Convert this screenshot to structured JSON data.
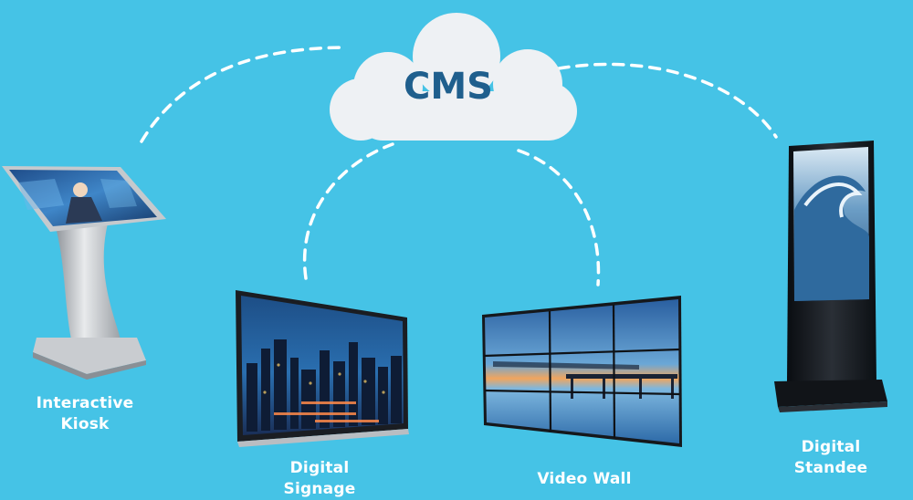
{
  "hub": {
    "label": "CMS"
  },
  "devices": [
    {
      "line1": "Interactive",
      "line2": "Kiosk"
    },
    {
      "line1": "Digital",
      "line2": "Signage"
    },
    {
      "line1": "Video Wall",
      "line2": ""
    },
    {
      "line1": "Digital",
      "line2": "Standee"
    }
  ],
  "colors": {
    "background": "#45c3e6",
    "cloud": "#eef1f4",
    "cms_text": "#1f5f8d",
    "connector": "#ffffff",
    "label_text": "#ffffff"
  }
}
